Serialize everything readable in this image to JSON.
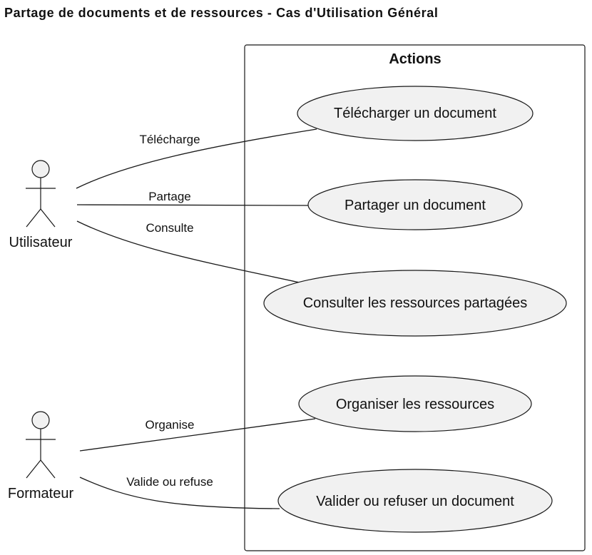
{
  "title": "Partage de documents et de ressources - Cas d'Utilisation Général",
  "boundary": {
    "label": "Actions"
  },
  "actors": [
    {
      "id": "utilisateur",
      "label": "Utilisateur"
    },
    {
      "id": "formateur",
      "label": "Formateur"
    }
  ],
  "use_cases": [
    {
      "id": "telecharger",
      "label": "Télécharger un document"
    },
    {
      "id": "partager",
      "label": "Partager un document"
    },
    {
      "id": "consulter",
      "label": "Consulter les ressources partagées"
    },
    {
      "id": "organiser",
      "label": "Organiser les ressources"
    },
    {
      "id": "valider",
      "label": "Valider ou refuser un document"
    }
  ],
  "associations": [
    {
      "from": "utilisateur",
      "to": "telecharger",
      "label": "Télécharge"
    },
    {
      "from": "utilisateur",
      "to": "partager",
      "label": "Partage"
    },
    {
      "from": "utilisateur",
      "to": "consulter",
      "label": "Consulte"
    },
    {
      "from": "formateur",
      "to": "organiser",
      "label": "Organise"
    },
    {
      "from": "formateur",
      "to": "valider",
      "label": "Valide ou refuse"
    }
  ],
  "colors": {
    "ellipse_fill": "#f1f1f1",
    "stroke": "#181818",
    "background": "#ffffff"
  }
}
